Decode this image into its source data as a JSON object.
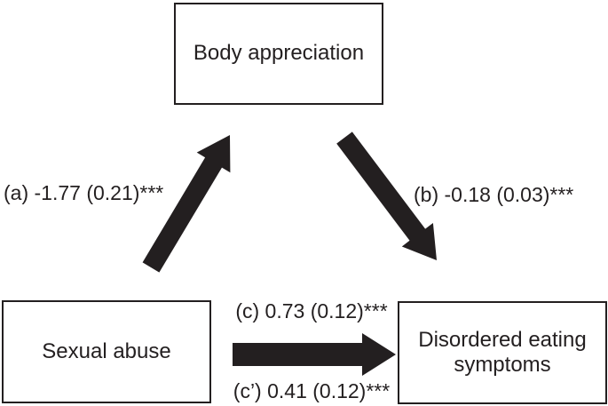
{
  "diagram": {
    "type": "mediation-path-diagram",
    "boxes": {
      "mediator": {
        "label": "Body appreciation"
      },
      "predictor": {
        "label": "Sexual abuse"
      },
      "outcome": {
        "label": "Disordered eating symptoms"
      }
    },
    "paths": {
      "a": {
        "label": "(a) -1.77 (0.21)***",
        "from": "Sexual abuse",
        "to": "Body appreciation"
      },
      "b": {
        "label": "(b) -0.18 (0.03)***",
        "from": "Body appreciation",
        "to": "Disordered eating symptoms"
      },
      "c": {
        "label": "(c) 0.73 (0.12)***",
        "from": "Sexual abuse",
        "to": "Disordered eating symptoms"
      },
      "c_prime": {
        "label": "(c’) 0.41 (0.12)***",
        "from": "Sexual abuse",
        "to": "Disordered eating symptoms"
      }
    },
    "colors": {
      "background": "#ffffff",
      "box_border": "#231f20",
      "arrow": "#231f20",
      "text": "#231f20"
    }
  }
}
